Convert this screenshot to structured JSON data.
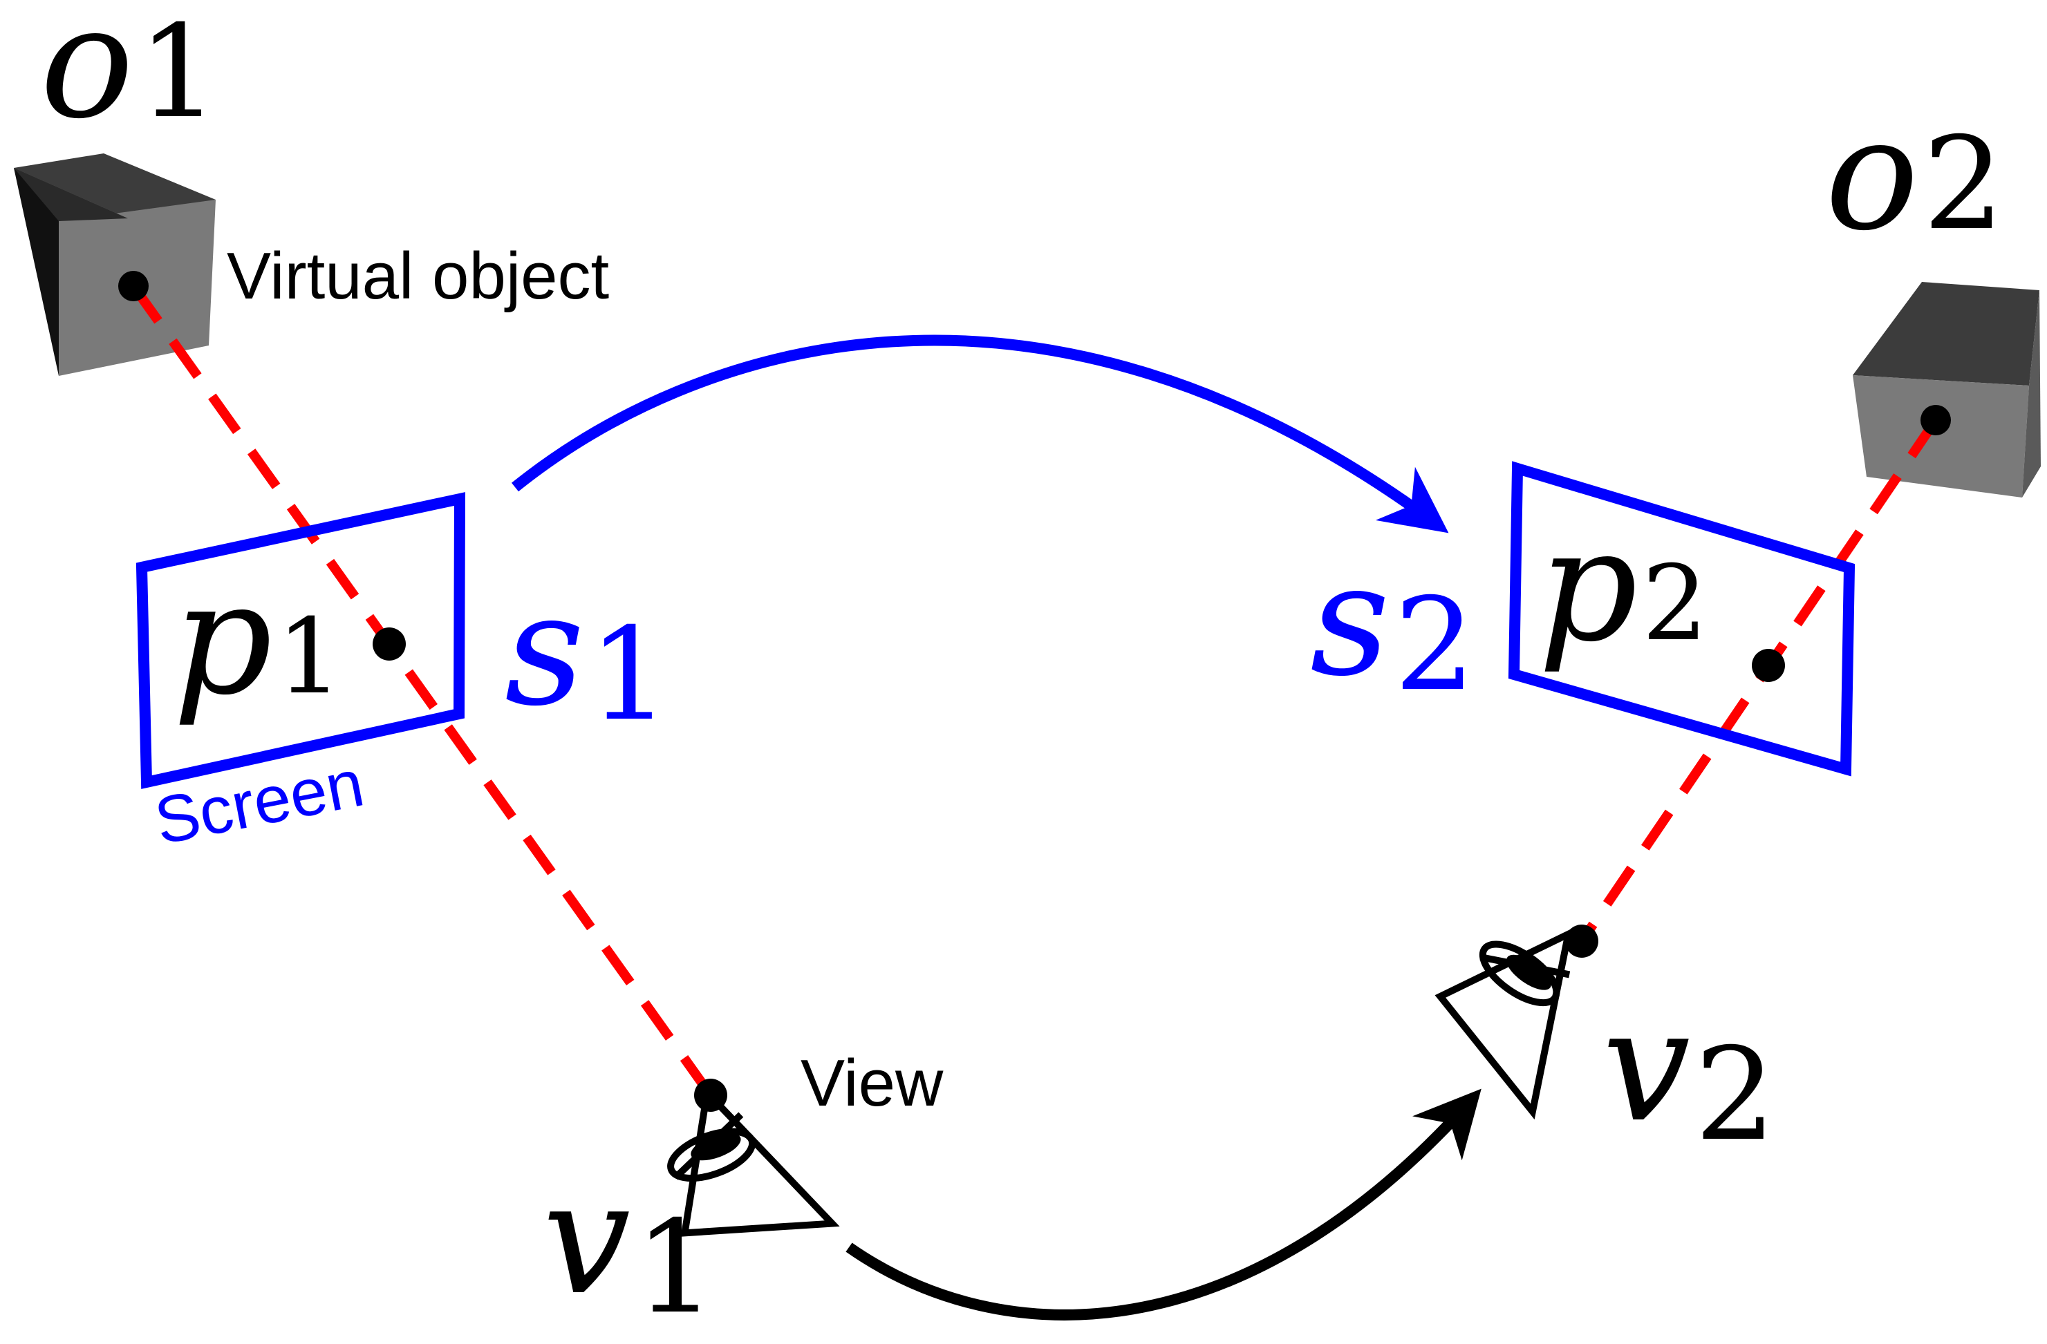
{
  "colors": {
    "screen_blue": "#0000ff",
    "ray_red": "#ff0000",
    "ink": "#000000",
    "cube_top": "#3c3c3c",
    "cube_front": "#7a7a7a",
    "cube_side": "#111111"
  },
  "labels": {
    "o1": {
      "base": "o",
      "sub": "1"
    },
    "o2": {
      "base": "o",
      "sub": "2"
    },
    "p1": {
      "base": "p",
      "sub": "1"
    },
    "p2": {
      "base": "p",
      "sub": "2"
    },
    "s1": {
      "base": "s",
      "sub": "1"
    },
    "s2": {
      "base": "s",
      "sub": "2"
    },
    "v1": {
      "base": "v",
      "sub": "1"
    },
    "v2": {
      "base": "v",
      "sub": "2"
    },
    "virtual_object": "Virtual object",
    "screen": "Screen",
    "view": "View"
  },
  "icons": {
    "cube": "cube-icon",
    "eye": "eye-icon"
  }
}
